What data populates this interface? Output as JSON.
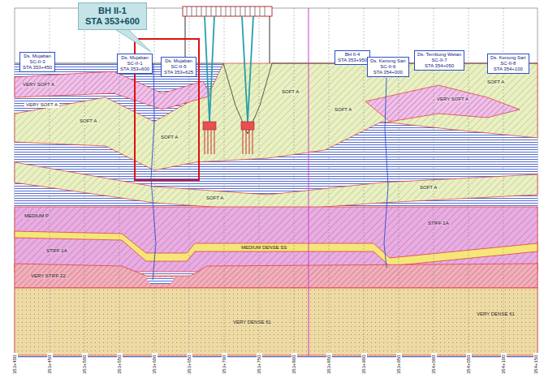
{
  "diagram": {
    "nodes": [
      {
        "text": [
          "BH II-1",
          "STA 353+600"
        ]
      },
      {
        "text": [
          "Ds. Mujaban",
          "SC-II-3",
          "STA 353+450"
        ]
      },
      {
        "text": [
          "Ds. Mujaban",
          "SC-II-1",
          "STA 353+600"
        ]
      },
      {
        "text": [
          "Ds. Mujaban",
          "SC-II-5",
          "STA 353+625"
        ]
      },
      {
        "text": [
          "BH II-4",
          "STA 353+950"
        ]
      },
      {
        "text": [
          "Ds. Kenong Sari",
          "SC-II-6",
          "STA 354+000"
        ]
      },
      {
        "text": [
          "Ds. Tembung Wetan",
          "SC-II-7",
          "STA 354+050"
        ]
      },
      {
        "text": [
          "Ds. Kenong Sari",
          "SC-II-8",
          "STA 354+100"
        ]
      }
    ],
    "labels": [
      "VERY SOFT A",
      "SOFT A",
      "VERY SOFT A",
      "SOFT A",
      "SOFT A",
      "SOFT A",
      "VERY SOFT A",
      "SOFT A",
      "SOFT A",
      "SOFT A",
      "MEDIUM P",
      "STIFF 1A",
      "STIFF 1A",
      "MEDIUM DENSE SS",
      "VERY STIFF 22",
      "VERY DENSE 61",
      "VERY DENSE 61",
      "353+400",
      "353+450",
      "353+500",
      "353+550",
      "353+600",
      "353+650",
      "353+700",
      "353+750",
      "353+800",
      "353+850",
      "353+900",
      "353+950",
      "354+000",
      "354+050",
      "354+100",
      "354+150"
    ]
  }
}
